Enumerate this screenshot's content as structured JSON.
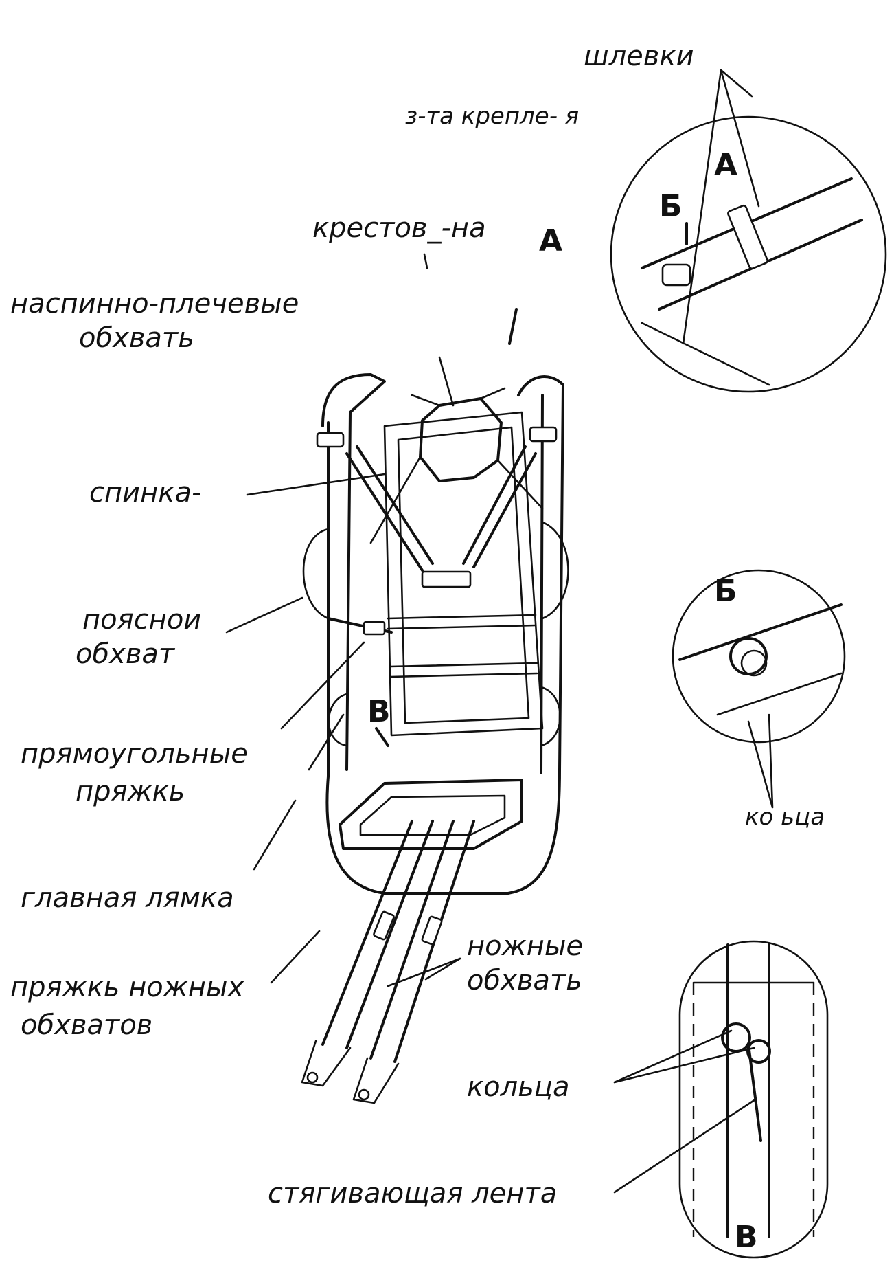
{
  "labels": {
    "shlevki": "шлевки",
    "mesto_krepleniya": "з-та крепле- я",
    "krestovina": "крестов_-на",
    "naspinno_plechevye_1": "наспинно-плечевые",
    "naspinno_plechevye_2": "обхвать",
    "spinka": "спинка-",
    "poyasnoi_1": "пояснои",
    "poyasnoi_2": "обхват",
    "pryamougolnye_1": "прямоугольные",
    "pryamougolnye_2": "пряжкь",
    "glavnaya_lyamka": "главная лямка",
    "pryazhki_nozhnyh_1": "пряжкь ножных",
    "pryazhki_nozhnyh_2": "обхватов",
    "nozhnye_1": "ножные",
    "nozhnye_2": "обхвать",
    "koltsa_upper": "ко ьца",
    "koltsa_lower": "кольца",
    "styagivayushchaya": "стягивающая лента"
  },
  "markers": {
    "a_main": "А",
    "a_detail": "А",
    "b_in_a": "Б",
    "b_detail": "Б",
    "v_main": "В",
    "v_detail": "В"
  }
}
